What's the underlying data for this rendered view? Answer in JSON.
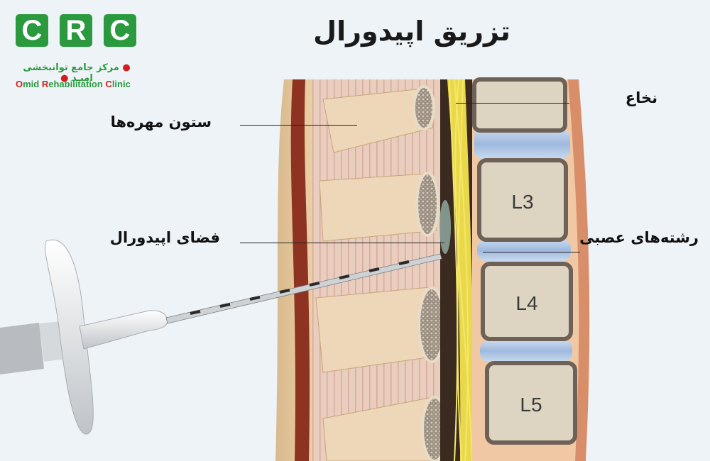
{
  "title": "تزریق اپیدورال",
  "logo": {
    "letters": [
      "C",
      "R",
      "C"
    ],
    "text_fa": "مرکز جامع توانبخشی امیـد",
    "text_en_parts": [
      {
        "t": "O",
        "red": true
      },
      {
        "t": "mid ",
        "red": false
      },
      {
        "t": "R",
        "red": true
      },
      {
        "t": "ehabilitation ",
        "red": false
      },
      {
        "t": "C",
        "red": true
      },
      {
        "t": "linic",
        "red": false
      }
    ],
    "brand_color": "#2b9a3e",
    "accent_color": "#d0201c"
  },
  "labels": {
    "spinal_column": "ستون مهره‌ها",
    "epidural_space": "فضای اپیدورال",
    "spinal_cord": "نخاع",
    "nerve_roots": "رشته‌های عصبی"
  },
  "vertebrae": [
    "L3",
    "L4",
    "L5"
  ]
}
